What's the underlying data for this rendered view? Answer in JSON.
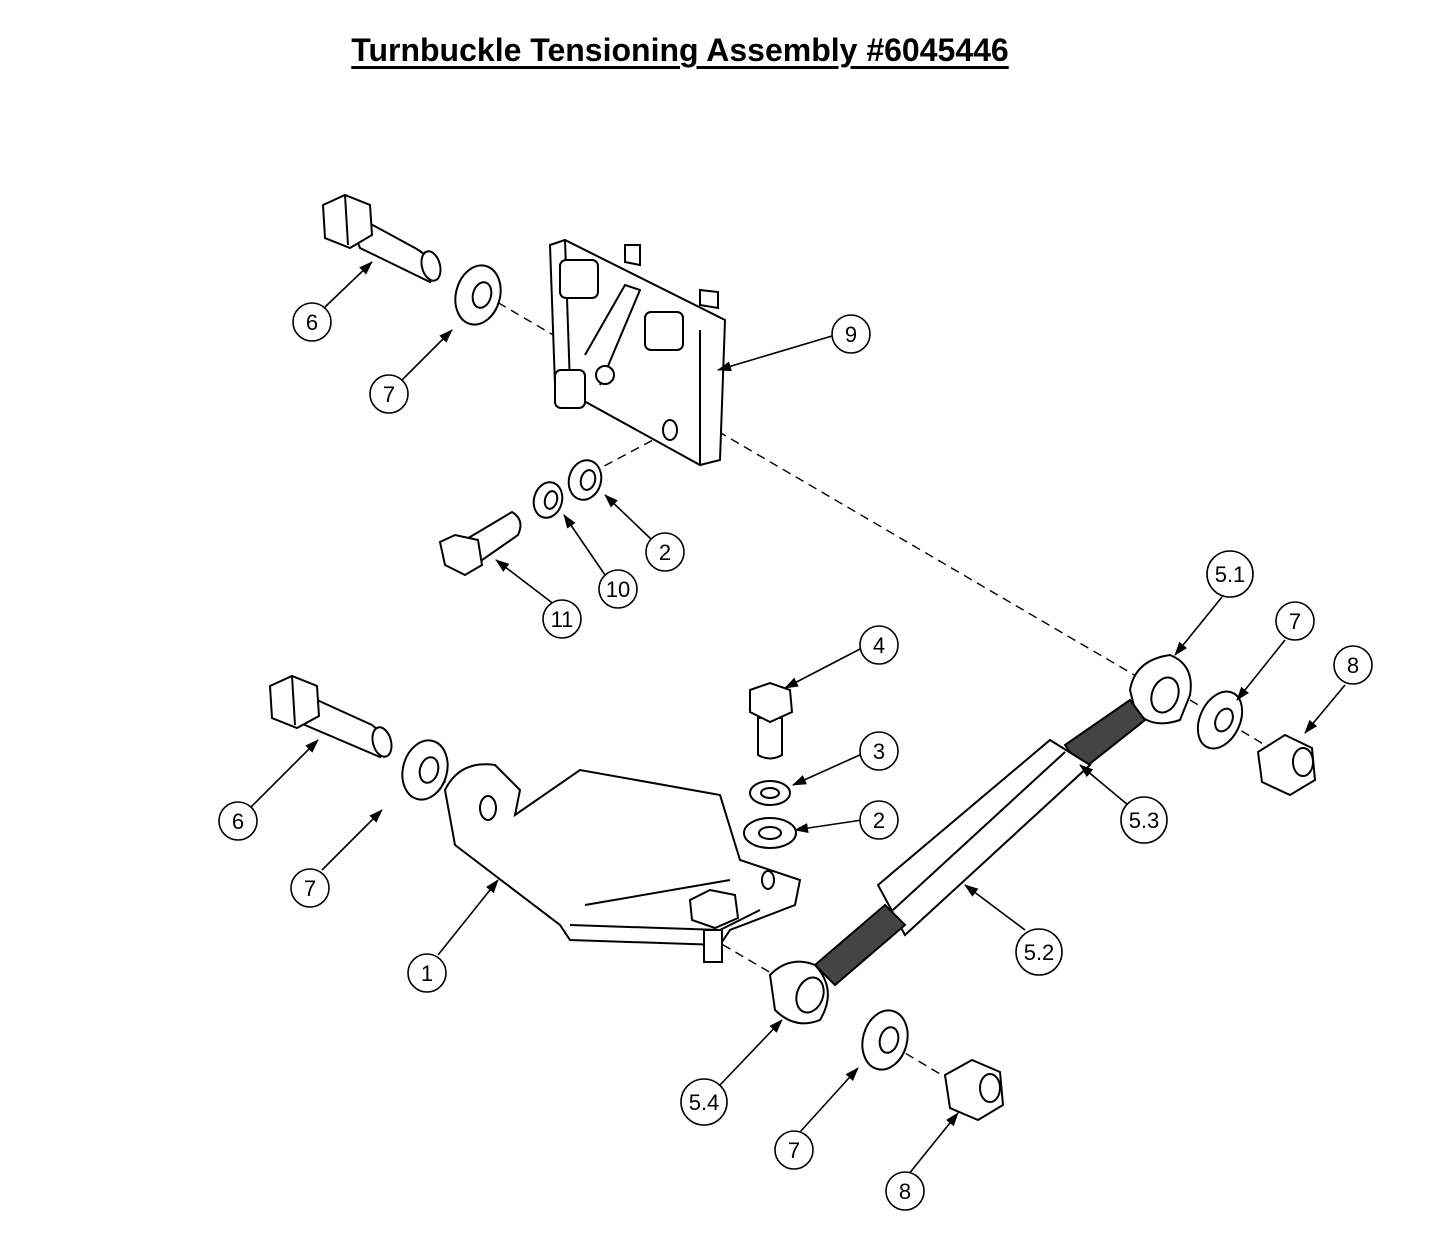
{
  "title": "Turnbuckle Tensioning Assembly #6045446",
  "callouts": [
    {
      "id": "c-6-top",
      "label": "6"
    },
    {
      "id": "c-7-top",
      "label": "7"
    },
    {
      "id": "c-9",
      "label": "9"
    },
    {
      "id": "c-2-top",
      "label": "2"
    },
    {
      "id": "c-10",
      "label": "10"
    },
    {
      "id": "c-11",
      "label": "11"
    },
    {
      "id": "c-5-1",
      "label": "5.1"
    },
    {
      "id": "c-7-right",
      "label": "7"
    },
    {
      "id": "c-8-right",
      "label": "8"
    },
    {
      "id": "c-4",
      "label": "4"
    },
    {
      "id": "c-3",
      "label": "3"
    },
    {
      "id": "c-2-mid",
      "label": "2"
    },
    {
      "id": "c-5-3",
      "label": "5.3"
    },
    {
      "id": "c-6-left",
      "label": "6"
    },
    {
      "id": "c-7-left",
      "label": "7"
    },
    {
      "id": "c-1",
      "label": "1"
    },
    {
      "id": "c-5-2",
      "label": "5.2"
    },
    {
      "id": "c-5-4",
      "label": "5.4"
    },
    {
      "id": "c-7-bottom",
      "label": "7"
    },
    {
      "id": "c-8-bottom",
      "label": "8"
    }
  ],
  "colors": {
    "line": "#000000",
    "background": "#ffffff"
  }
}
